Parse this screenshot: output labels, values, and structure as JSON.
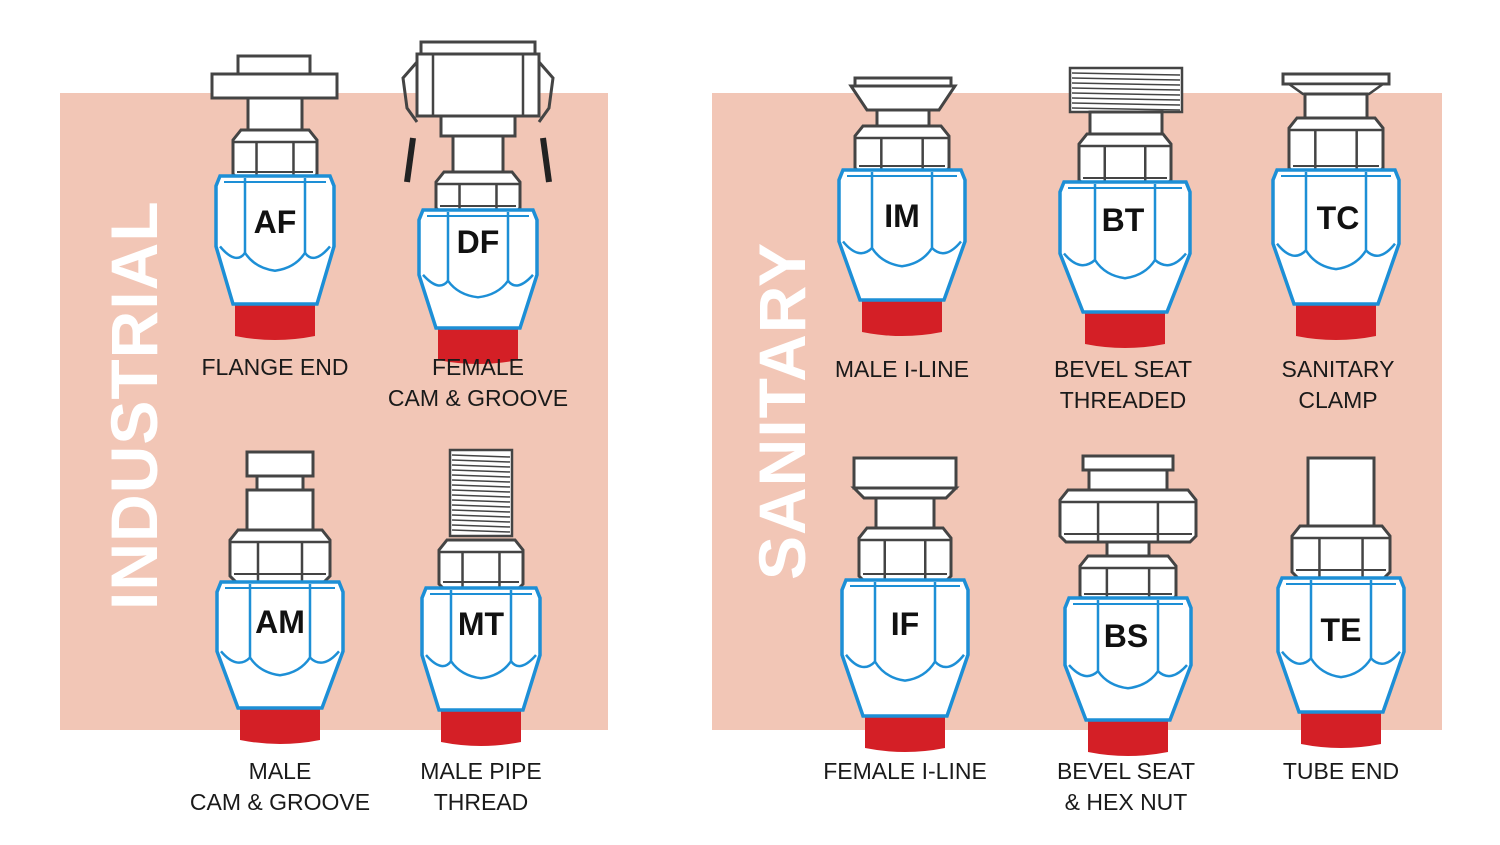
{
  "colors": {
    "panel_bg": "#f2c6b6",
    "outline_blue": "#1d8fd6",
    "hose_red": "#d41f26",
    "metal_gray": "#444444",
    "label_white": "#ffffff"
  },
  "groups": [
    {
      "key": "industrial",
      "label": "INDUSTRIAL",
      "fittings": [
        {
          "code": "AF",
          "caption": [
            "FLANGE END"
          ],
          "type": "flange"
        },
        {
          "code": "DF",
          "caption": [
            "FEMALE",
            "CAM & GROOVE"
          ],
          "type": "female-cam"
        },
        {
          "code": "AM",
          "caption": [
            "MALE",
            "CAM & GROOVE"
          ],
          "type": "male-cam"
        },
        {
          "code": "MT",
          "caption": [
            "MALE PIPE",
            "THREAD"
          ],
          "type": "male-thread"
        }
      ]
    },
    {
      "key": "sanitary",
      "label": "SANITARY",
      "fittings": [
        {
          "code": "IM",
          "caption": [
            "MALE I-LINE"
          ],
          "type": "male-iline"
        },
        {
          "code": "BT",
          "caption": [
            "BEVEL SEAT",
            "THREADED"
          ],
          "type": "bevel-threaded"
        },
        {
          "code": "TC",
          "caption": [
            "SANITARY",
            "CLAMP"
          ],
          "type": "sanitary-clamp"
        },
        {
          "code": "IF",
          "caption": [
            "FEMALE I-LINE"
          ],
          "type": "female-iline"
        },
        {
          "code": "BS",
          "caption": [
            "BEVEL SEAT",
            "& HEX NUT"
          ],
          "type": "bevel-hex"
        },
        {
          "code": "TE",
          "caption": [
            "TUBE END"
          ],
          "type": "tube-end"
        }
      ]
    }
  ]
}
